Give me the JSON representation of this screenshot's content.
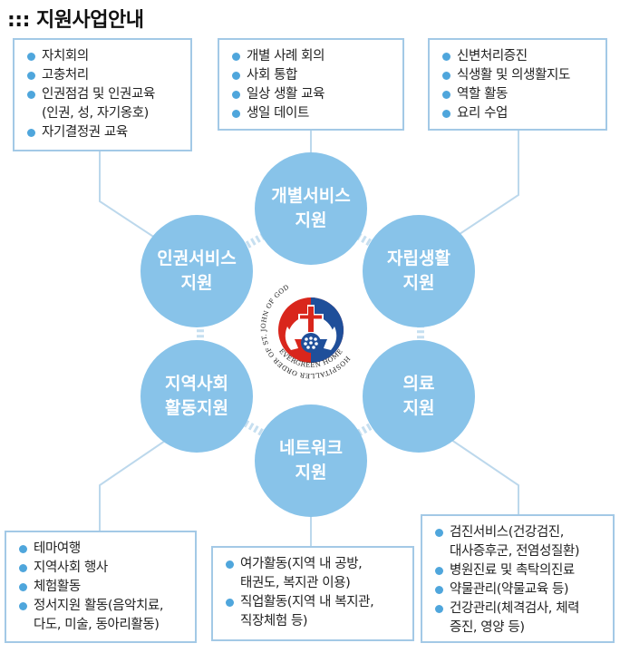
{
  "title": "::: 지원사업안내",
  "colors": {
    "circle": "#88c3e9",
    "box_border": "#a3c9e6",
    "bullet": "#4fa6dc",
    "connector": "#bcd8ec",
    "logo_red": "#d9261c",
    "logo_blue": "#1f4f9a"
  },
  "circles": [
    {
      "label": "개별서비스\n지원"
    },
    {
      "label": "자립생활\n지원"
    },
    {
      "label": "의료\n지원"
    },
    {
      "label": "네트워크\n지원"
    },
    {
      "label": "지역사회\n활동지원"
    },
    {
      "label": "인권서비스\n지원"
    }
  ],
  "boxes": {
    "top_left": [
      "자치회의",
      "고충처리",
      "인권점검 및 인권교육",
      "(인권, 성, 자기옹호)",
      "자기결정권 교육"
    ],
    "top_center": [
      "개별 사례 회의",
      "사회 통합",
      "일상 생활 교육",
      "생일 데이트"
    ],
    "top_right": [
      "신변처리증진",
      "식생활 및 의생활지도",
      "역할 활동",
      "요리 수업"
    ],
    "bottom_left": [
      "테마여행",
      "지역사회 행사",
      "체험활동",
      "정서지원 활동(음악치료,",
      "다도, 미술, 동아리활동)"
    ],
    "bottom_center": [
      "여가활동(지역 내 공방,",
      "태권도, 복지관 이용)",
      "직업활동(지역 내 복지관,",
      "직장체험 등)"
    ],
    "bottom_right": [
      "검진서비스(건강검진,",
      "대사증후군, 전염성질환)",
      "병원진료 및 촉탁의진료",
      "약물관리(약물교육 등)",
      "건강관리(체격검사, 체력",
      "증진, 영양 등)"
    ]
  },
  "logo": {
    "ring_text": "HOSPITALLER ORDER OF ST. JOHN OF GOD",
    "bottom_text": "EVERGREEN HOME"
  }
}
